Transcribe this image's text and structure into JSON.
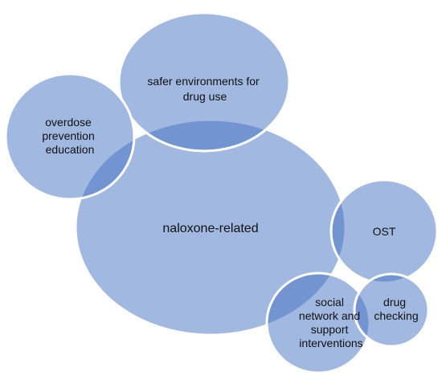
{
  "diagram": {
    "fill_color": "#4472c4",
    "outline_color": "#ffffff",
    "circles": {
      "naloxone": {
        "lines": [
          "naloxone-related"
        ]
      },
      "safer": {
        "lines": [
          "safer environments for",
          "drug use"
        ]
      },
      "overdose": {
        "lines": [
          "overdose",
          "prevention",
          "education"
        ]
      },
      "ost": {
        "lines": [
          "OST"
        ]
      },
      "social": {
        "lines": [
          "social",
          "network and",
          "support",
          "interventions"
        ]
      },
      "drug_checking": {
        "lines": [
          "drug",
          "checking"
        ]
      }
    }
  }
}
